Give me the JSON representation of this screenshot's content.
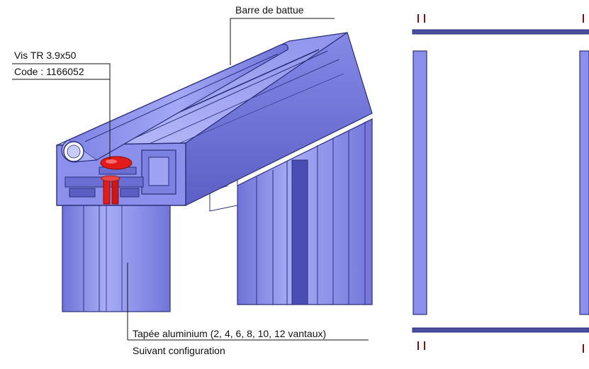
{
  "labels": {
    "barre": "Barre de battue",
    "vis_name": "Vis TR 3.9x50",
    "vis_code": "Code : 1166052",
    "tapee": "Tapée aluminium (2, 4, 6, 8, 10, 12 vantaux)",
    "suivant": "Suivant configuration"
  },
  "colors": {
    "profile": "#9a9ef2",
    "profile_dark": "#5a5ec8",
    "profile_top": "#c3c6fa",
    "profile_edge": "#2b2f7a",
    "screw": "#e21b1b",
    "screw_dark": "#8e0b0b",
    "tick_mark": "#7a1010",
    "leader_line": "#111111"
  },
  "icons": [
    "screw-icon"
  ]
}
